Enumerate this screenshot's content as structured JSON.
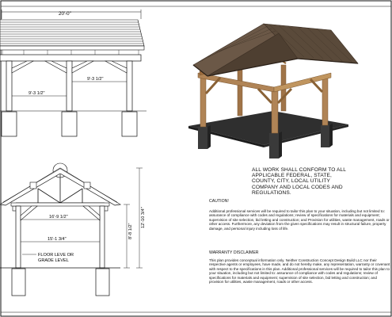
{
  "front_view": {
    "overall_width": "20'-0\"",
    "left_bay": "9'-3 1/2\"",
    "right_bay": "9'-3 1/2\""
  },
  "side_view": {
    "top_chord": "16'-9 1/2\"",
    "bottom_span": "15'-1 3/4\"",
    "post_height": "8'-8 1/2\"",
    "ridge_height": "12'-10 3/4\"",
    "floor_label_line1": "FLOOR LEVE OR",
    "floor_label_line2": "GRADE LEVEL"
  },
  "notes": {
    "conform_text": "ALL WORK SHALL CONFORM TO ALL APPLICABLE FEDERAL, STATE, COUNTY, CITY, LOCAL UTILITY COMPANY AND LOCAL CODES AND REGULATIONS.",
    "caution_heading": "CAUTION!",
    "caution_body": "Additional professional services will be required to tailor this plan to your situation, including but not limited to: assurance of compliance with codes and regulations; review of specifications for materials and equipment; supervision of site selection, bid letting and construction; and Provision for utilities, waste management, roads or other access. Furthermore, any deviation from the given specifications may result in structural failure, property damage, and personal injury including loss of life.",
    "warranty_heading": "WARRANTY DISCLAIMER",
    "warranty_body": "This plan provides conceptual information only. Neither Construction Concept Design Build LLC nor their respective agents or employees, have made, and do not hereby make, any representation, warranty or covenant with respect to the specifications in this plan. Additional professional services will be required to tailor this plan to your situation, including but not limited to: assurance of compliance with codes and regulations; review of specifications for materials and equipment; supervision of site selection, bid letting and construction; and provision for utilities, waste management, roads or other access."
  },
  "colors": {
    "line": "#111111",
    "roof_dark": "#5a4a3a",
    "timber": "#b08456",
    "timber_dark": "#7a5630",
    "concrete": "#3a3a3a",
    "slab": "#2f2f2f"
  }
}
